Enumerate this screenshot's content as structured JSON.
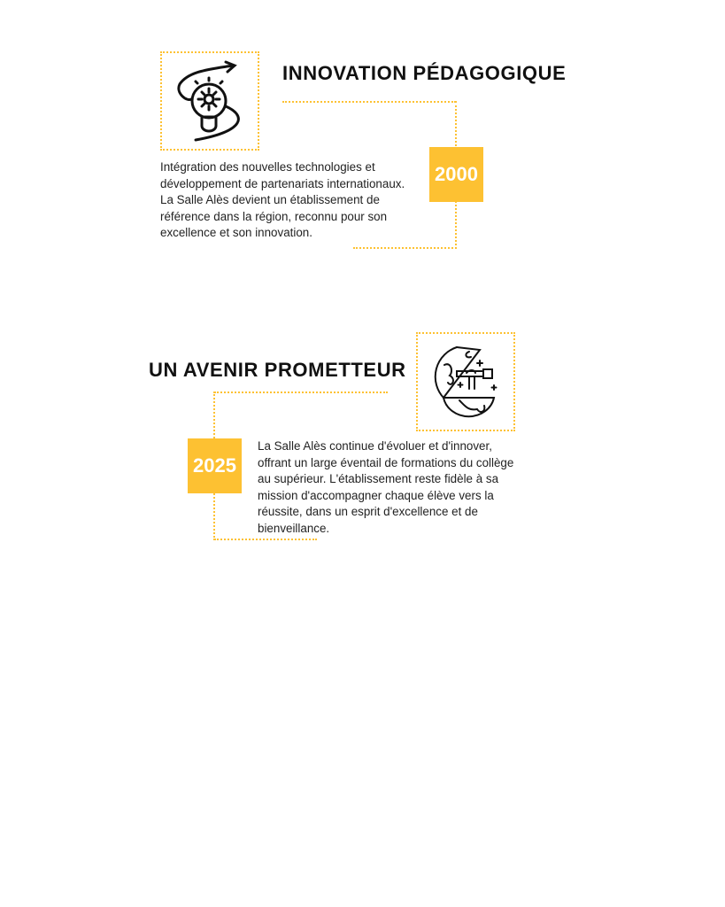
{
  "sections": [
    {
      "title": "INNOVATION PÉDAGOGIQUE",
      "year": "2000",
      "icon": "lightbulb-gear-icon",
      "lines": [
        "Intégration des nouvelles technologies et",
        "développement de partenariats internationaux.",
        "La Salle Alès devient un établissement de",
        "référence dans la région, reconnu pour son",
        "excellence et son innovation."
      ]
    },
    {
      "title": "UN AVENIR PROMETTEUR",
      "year": "2025",
      "icon": "globe-telescope-icon",
      "lines": [
        "La Salle Alès continue d'évoluer et d'innover,",
        "offrant un large éventail de formations du collège",
        "au supérieur. L'établissement reste fidèle à sa",
        "mission d'accompagner chaque élève vers la",
        "réussite, dans un esprit d'excellence et de",
        "bienveillance."
      ]
    }
  ],
  "colors": {
    "accent": "#fdc132",
    "text": "#111111"
  }
}
